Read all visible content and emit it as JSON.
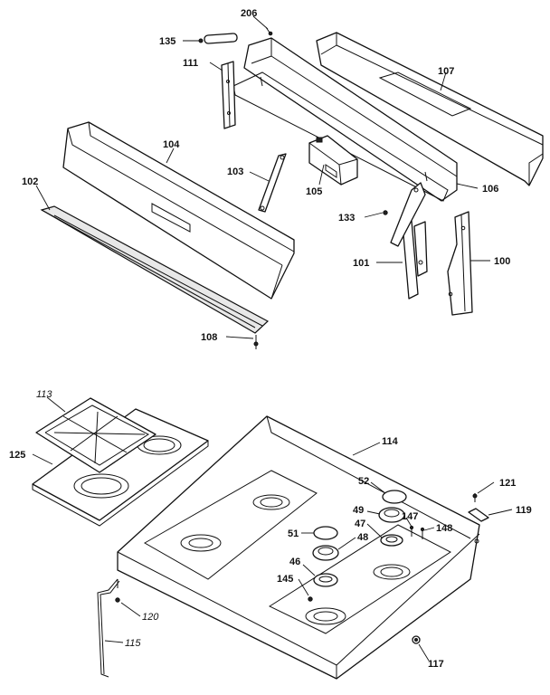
{
  "callouts": {
    "c206": "206",
    "c135": "135",
    "c111": "111",
    "c107": "107",
    "c104": "104",
    "c103": "103",
    "c102": "102",
    "c105": "105",
    "c106": "106",
    "c133": "133",
    "c101": "101",
    "c100": "100",
    "c108": "108",
    "c113": "113",
    "c114": "114",
    "c125": "125",
    "c52": "52",
    "c121": "121",
    "c49": "49",
    "c147": "147",
    "c119": "119",
    "c47": "47",
    "c148": "148",
    "c51": "51",
    "c48": "48",
    "c46": "46",
    "c145": "145",
    "c120": "120",
    "c115": "115",
    "c117": "117"
  }
}
